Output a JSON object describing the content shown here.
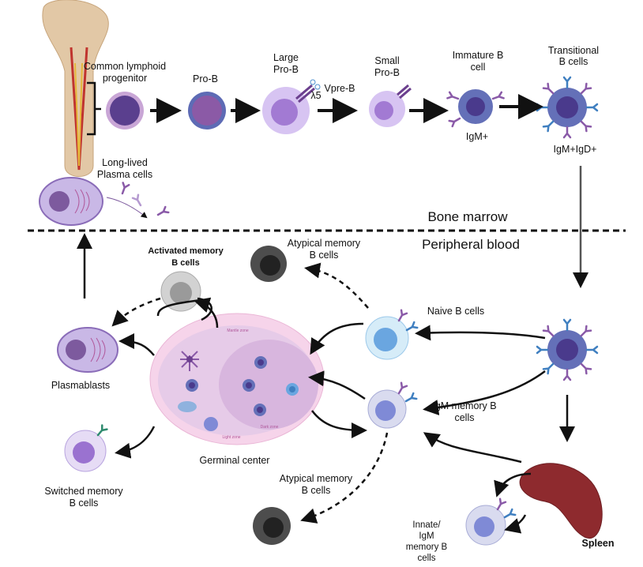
{
  "bone_marrow_row": {
    "common_lymphoid_progenitor": [
      "Common lymphoid",
      "progenitor"
    ],
    "pro_b": "Pro-B",
    "large_pro_b": [
      "Large",
      "Pro-B"
    ],
    "vpre_b": "Vpre-B",
    "lambda5": "λ5",
    "small_pro_b": [
      "Small",
      "Pro-B"
    ],
    "immature_b_cell": [
      "Immature B",
      "cell"
    ],
    "immature_marker": "IgM+",
    "transitional_b_cells": [
      "Transitional",
      "B cells"
    ],
    "transitional_marker": "IgM+IgD+",
    "long_lived_plasma_cells": [
      "Long-lived",
      "Plasma cells"
    ]
  },
  "compartments": {
    "bone_marrow": "Bone marrow",
    "peripheral_blood": "Peripheral blood"
  },
  "periphery": {
    "activated_memory": [
      "Activated memory",
      "B cells"
    ],
    "atypical_memory_top": [
      "Atypical memory",
      "B cells"
    ],
    "naive_b_cells": "Naive B cells",
    "igm_memory": [
      "IgM memory B",
      "cells"
    ],
    "plasmablasts": "Plasmablasts",
    "switched_memory": [
      "Switched memory",
      "B cells"
    ],
    "germinal_center": "Germinal center",
    "mantle_zone": "Mantle zone",
    "light_zone": "Light zone",
    "dark_zone": "Dark zone",
    "atypical_memory_bottom": [
      "Atypical memory",
      "B cells"
    ],
    "innate_igm_memory": [
      "Innate/",
      "IgM",
      "memory B",
      "cells"
    ],
    "spleen": "Spleen"
  },
  "colors": {
    "igm_receptor": "#8a5aa8",
    "igd_receptor": "#3f7fc0",
    "mature_cell": "#6470b8",
    "nucleus": "#4a3a8c",
    "spleen": "#8e2a2e",
    "germinal_outer": "#f6d4ea"
  }
}
